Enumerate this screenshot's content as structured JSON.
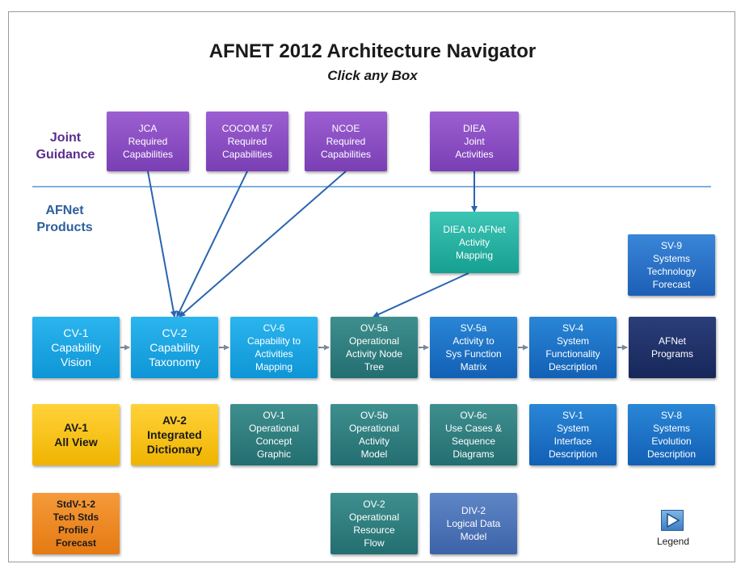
{
  "title": "AFNET 2012 Architecture Navigator",
  "subtitle": "Click any Box",
  "sections": {
    "joint": "Joint\nGuidance",
    "afnet": "AFNet\nProducts"
  },
  "boxes": {
    "jca": "JCA\nRequired\nCapabilities",
    "cocom": "COCOM 57\nRequired\nCapabilities",
    "ncoe": "NCOE\nRequired\nCapabilities",
    "diea": "DIEA\nJoint\nActivities",
    "diea_map": "DIEA to AFNet\nActivity\nMapping",
    "sv9": "SV-9\nSystems\nTechnology\nForecast",
    "cv1": "CV-1\nCapability\nVision",
    "cv2": "CV-2\nCapability\nTaxonomy",
    "cv6": "CV-6\nCapability to\nActivities\nMapping",
    "ov5a": "OV-5a\nOperational\nActivity Node\nTree",
    "sv5a": "SV-5a\nActivity to\nSys Function\nMatrix",
    "sv4": "SV-4\nSystem\nFunctionality\nDescription",
    "afnet_prog": "AFNet\nPrograms",
    "av1": "AV-1\nAll View",
    "av2": "AV-2\nIntegrated\nDictionary",
    "ov1": "OV-1\nOperational\nConcept\nGraphic",
    "ov5b": "OV-5b\nOperational\nActivity\nModel",
    "ov6c": "OV-6c\nUse Cases &\nSequence\nDiagrams",
    "sv1": "SV-1\nSystem\nInterface\nDescription",
    "sv8": "SV-8\nSystems\nEvolution\nDescription",
    "stdv": "StdV-1-2\nTech Stds\nProfile /\nForecast",
    "ov2": "OV-2\nOperational\nResource\nFlow",
    "div2": "DIV-2\nLogical Data\nModel"
  },
  "legend": "Legend",
  "colors": {
    "joint_purple": "#8a4ec4",
    "teal": "#22b0a0",
    "light_blue": "#18a3e2",
    "dark_teal": "#2d7d7f",
    "medium_blue": "#1a72c8",
    "navy": "#1f3168",
    "yellow": "#f7c41b",
    "orange": "#ef8a25",
    "arrow_blue": "#2a64b0",
    "divider": "#7eb0dd"
  }
}
